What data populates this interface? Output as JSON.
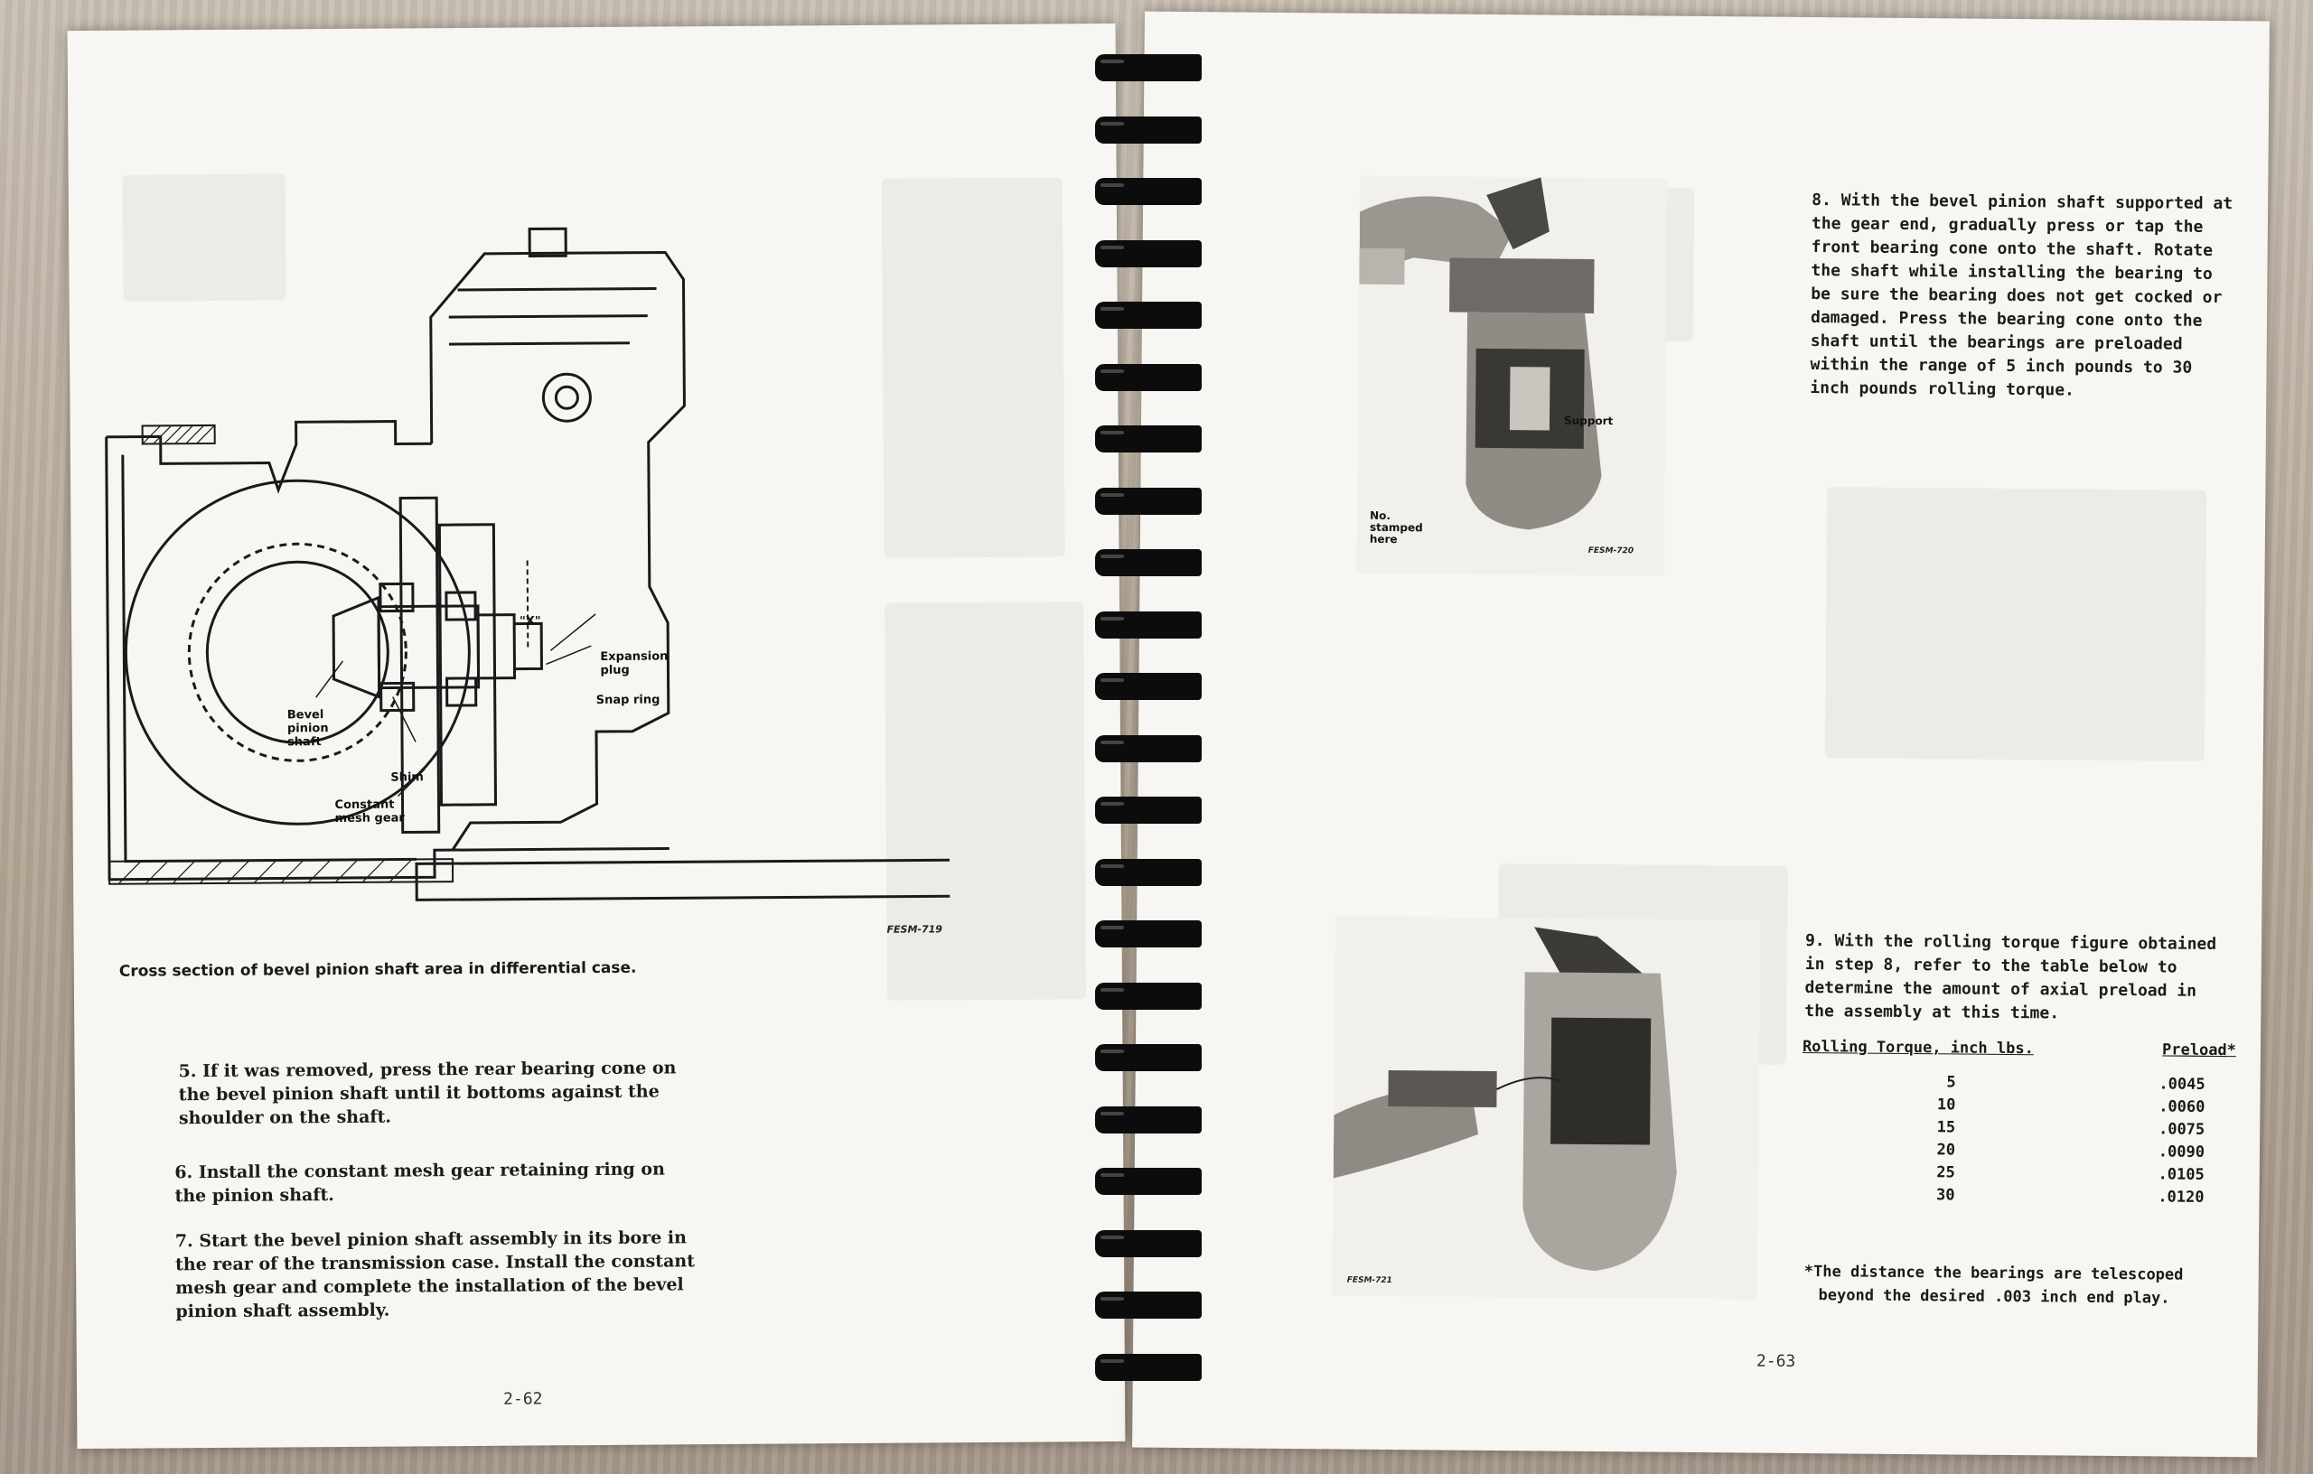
{
  "left_page": {
    "figure_callouts": {
      "x_label": "\"X\"",
      "expansion_plug": "Expansion plug",
      "snap_ring": "Snap ring",
      "bevel_pinion_shaft": "Bevel pinion shaft",
      "shim": "Shim",
      "constant_mesh_gear": "Constant mesh gear"
    },
    "figure_code": "FESM-719",
    "caption": "Cross section of bevel pinion shaft area in differential case.",
    "steps": [
      "5. If it was removed, press the rear bearing cone on the bevel pinion shaft until it bottoms against the shoulder on the shaft.",
      "6. Install the constant mesh gear retaining ring on the pinion shaft.",
      "7. Start the bevel pinion shaft assembly in its bore in the rear of the transmission case. Install the constant mesh gear and complete the installation of the bevel pinion shaft assembly."
    ],
    "page_number": "2-62"
  },
  "right_page": {
    "photo1": {
      "support": "Support",
      "stamped": "No. stamped here",
      "code": "FESM-720"
    },
    "photo2": {
      "code": "FESM-721"
    },
    "step8": "8. With the bevel pinion shaft supported at the gear end, gradually press or tap the front bearing cone onto the shaft. Rotate the shaft while installing the bearing to be sure the bearing does not get cocked or damaged. Press the bearing cone onto the shaft until the bearings are preloaded within the range of 5 inch pounds to 30 inch pounds rolling torque.",
    "step9": "9. With the rolling torque figure obtained in step 8, refer to the table below to determine the amount of axial preload in the assembly at this time.",
    "table": {
      "col1": "Rolling Torque, inch lbs.",
      "col2": "Preload",
      "star": "*",
      "rows": [
        {
          "torque": "5",
          "preload": ".0045"
        },
        {
          "torque": "10",
          "preload": ".0060"
        },
        {
          "torque": "15",
          "preload": ".0075"
        },
        {
          "torque": "20",
          "preload": ".0090"
        },
        {
          "torque": "25",
          "preload": ".0105"
        },
        {
          "torque": "30",
          "preload": ".0120"
        }
      ]
    },
    "footnote_line1": "*The distance the bearings are telescoped",
    "footnote_line2": "beyond the desired .003 inch end play.",
    "page_number": "2-63"
  }
}
